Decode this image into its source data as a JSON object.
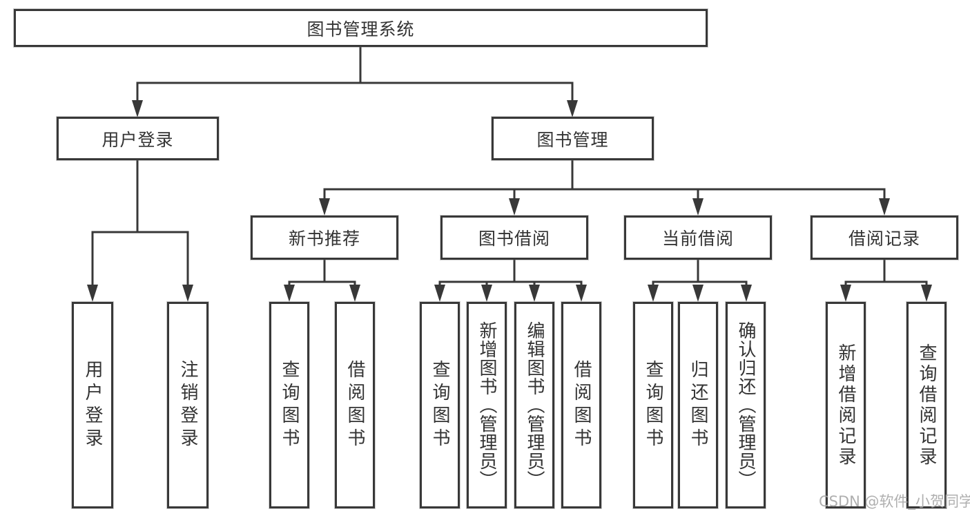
{
  "tree": {
    "root": "图书管理系统",
    "branches": [
      {
        "label": "用户登录",
        "children": [
          "用户登录",
          "注销登录"
        ]
      },
      {
        "label": "图书管理",
        "sections": [
          {
            "label": "新书推荐",
            "children": [
              "查询图书",
              "借阅图书"
            ]
          },
          {
            "label": "图书借阅",
            "children": [
              "查询图书",
              "新增图书（管理员）",
              "编辑图书（管理员）",
              "借阅图书"
            ]
          },
          {
            "label": "当前借阅",
            "children": [
              "查询图书",
              "归还图书",
              "确认归还（管理员）"
            ]
          },
          {
            "label": "借阅记录",
            "children": [
              "新增借阅记录",
              "查询借阅记录"
            ]
          }
        ]
      }
    ]
  },
  "watermark": "CSDN @软件_小贺同学",
  "colors": {
    "line": "#383838",
    "text": "#333333",
    "watermark": "#a8a8a8",
    "background": "#ffffff"
  }
}
